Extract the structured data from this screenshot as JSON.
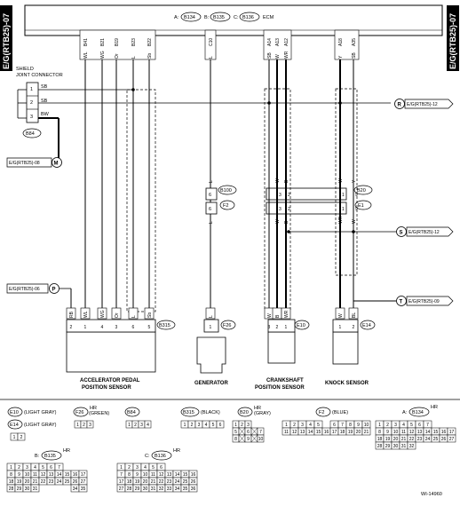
{
  "side_label": "E/G(RTB25)-07",
  "ecm": {
    "label": "ECM",
    "connectors": [
      {
        "letter": "A:",
        "code": "B134"
      },
      {
        "letter": "B:",
        "code": "B135"
      },
      {
        "letter": "C:",
        "code": "B136"
      }
    ]
  },
  "ecm_pins": [
    {
      "pin": "B41",
      "wire": "WL"
    },
    {
      "pin": "B21",
      "wire": "WG"
    },
    {
      "pin": "B19",
      "wire": "Or"
    },
    {
      "pin": "B23",
      "wire": "L"
    },
    {
      "pin": "B22",
      "wire": "Sb"
    },
    {
      "pin": "C10",
      "wire": "L"
    },
    {
      "pin": "A14",
      "wire": "SB"
    },
    {
      "pin": "A13",
      "wire": "W"
    },
    {
      "pin": "A12",
      "wire": "WR"
    },
    {
      "pin": "A18",
      "wire": "Y"
    },
    {
      "pin": "A35",
      "wire": "SB"
    }
  ],
  "shield": {
    "title_1": "SHIELD",
    "title_2": "JOINT CONNECTOR",
    "pins": [
      {
        "n": "1",
        "w": "SB"
      },
      {
        "n": "2",
        "w": "SB"
      },
      {
        "n": "3",
        "w": "BW"
      }
    ],
    "code": "B84"
  },
  "refs": {
    "R": {
      "letter": "R",
      "text": "E/G(RTB25)-12"
    },
    "M": {
      "letter": "M",
      "text": "E/G(RTB25)-08"
    },
    "S": {
      "letter": "S",
      "text": "E/G(RTB25)-12"
    },
    "P": {
      "letter": "P",
      "text": "E/G(RTB25)-06"
    },
    "T": {
      "letter": "T",
      "text": "E/G(RTB25)-09"
    }
  },
  "inline": {
    "f2": {
      "code_top": "B100",
      "code_bot": "F2",
      "pin_top": "6",
      "pin_bot": "6",
      "w_top": "L",
      "w_bot": "L"
    },
    "e1": {
      "code_top": "B20",
      "code_bot": "E1",
      "pins": [
        "3",
        "2",
        "1",
        "9"
      ],
      "wires_top": [
        "W",
        "B",
        "W",
        "Y"
      ],
      "wires_bot": [
        "W",
        "B",
        "WR",
        "W"
      ]
    }
  },
  "sensors": {
    "accel": {
      "code": "B315",
      "name_1": "ACCELERATOR PEDAL",
      "name_2": "POSITION SENSOR",
      "pins": [
        {
          "p": "2",
          "w": "RB"
        },
        {
          "p": "1",
          "w": "WL"
        },
        {
          "p": "4",
          "w": "WG"
        },
        {
          "p": "3",
          "w": "Or"
        },
        {
          "p": "6",
          "w": "L"
        },
        {
          "p": "5",
          "w": "Sb"
        }
      ]
    },
    "gen": {
      "code": "F26",
      "name_1": "GENERATOR",
      "pins": [
        {
          "p": "1",
          "w": "L"
        }
      ]
    },
    "crank": {
      "code": "E10",
      "name_1": "CRANKSHAFT",
      "name_2": "POSITION SENSOR",
      "pins": [
        {
          "p": "3",
          "w": "W"
        },
        {
          "p": "2",
          "w": "B"
        },
        {
          "p": "1",
          "w": "WR"
        }
      ]
    },
    "knock": {
      "code": "E14",
      "name_1": "KNOCK SENSOR",
      "pins": [
        {
          "p": "1",
          "w": "W"
        },
        {
          "p": "2",
          "w": "BL"
        }
      ]
    }
  },
  "legend": {
    "e10": {
      "code": "E10",
      "desc": "(LIGHT GRAY)"
    },
    "e14": {
      "code": "E14",
      "desc": "(LIGHT GRAY)"
    },
    "f26": {
      "code": "F26",
      "hr": "HR",
      "desc": "(GREEN)"
    },
    "b84": {
      "code": "B84"
    },
    "b315": {
      "code": "B315",
      "desc": "(BLACK)"
    },
    "b20": {
      "code": "B20",
      "hr": "HR",
      "desc": "(GRAY)"
    },
    "f2": {
      "code": "F2",
      "desc": "(BLUE)"
    },
    "a": {
      "prefix": "A:",
      "code": "B134",
      "hr": "HR"
    },
    "b": {
      "prefix": "B:",
      "code": "B135",
      "hr": "HR"
    },
    "c": {
      "prefix": "C:",
      "code": "B136",
      "hr": "HR"
    },
    "grid_e": {
      "rows": [
        [
          "1",
          "2"
        ]
      ]
    },
    "grid_f26": {
      "rows": [
        [
          "1",
          "2",
          "3"
        ]
      ]
    },
    "grid_b84": {
      "rows": [
        [
          "1",
          "2",
          "3",
          "4"
        ]
      ]
    },
    "grid_b315": {
      "rows": [
        [
          "1",
          "2",
          "3",
          "4",
          "5",
          "6"
        ]
      ]
    },
    "grid_b20": {
      "rows": [
        [
          "1",
          "2",
          "3"
        ],
        [
          "5",
          "X",
          "6",
          "X",
          "7"
        ],
        [
          "8",
          "X",
          "9",
          "X",
          "10"
        ]
      ]
    },
    "grid_f2": {
      "rows": [
        [
          "1",
          "2",
          "3",
          "4",
          "5",
          "",
          "6",
          "7",
          "8",
          "9",
          "10"
        ],
        [
          "11",
          "12",
          "13",
          "14",
          "15",
          "16",
          "17",
          "18",
          "19",
          "20",
          "21"
        ]
      ]
    },
    "grid_a": {
      "rows": [
        [
          "1",
          "2",
          "3",
          "4",
          "5",
          "6",
          "7"
        ],
        [
          "8",
          "9",
          "10",
          "11",
          "12",
          "13",
          "14",
          "15",
          "16",
          "17"
        ],
        [
          "18",
          "19",
          "20",
          "21",
          "22",
          "23",
          "24",
          "25",
          "26",
          "27"
        ],
        [
          "28",
          "29",
          "30",
          "31",
          "32",
          "",
          "",
          "",
          "",
          ""
        ]
      ]
    },
    "grid_b": {
      "rows": [
        [
          "1",
          "2",
          "3",
          "4",
          "5",
          "6",
          "7"
        ],
        [
          "8",
          "9",
          "10",
          "11",
          "12",
          "13",
          "14",
          "15",
          "16",
          "17"
        ],
        [
          "18",
          "19",
          "20",
          "21",
          "22",
          "23",
          "24",
          "25",
          "26",
          "27"
        ],
        [
          "28",
          "29",
          "30",
          "31",
          "",
          "",
          "",
          "",
          "34",
          "35"
        ]
      ]
    },
    "grid_c": {
      "rows": [
        [
          "1",
          "2",
          "3",
          "4",
          "5",
          "6"
        ],
        [
          "7",
          "8",
          "9",
          "10",
          "11",
          "12",
          "13",
          "14",
          "15",
          "16"
        ],
        [
          "17",
          "18",
          "19",
          "20",
          "21",
          "22",
          "23",
          "24",
          "25",
          "26"
        ],
        [
          "27",
          "28",
          "29",
          "30",
          "31",
          "32",
          "33",
          "34",
          "35",
          "36"
        ]
      ]
    }
  },
  "figure_id": "WI-14960"
}
